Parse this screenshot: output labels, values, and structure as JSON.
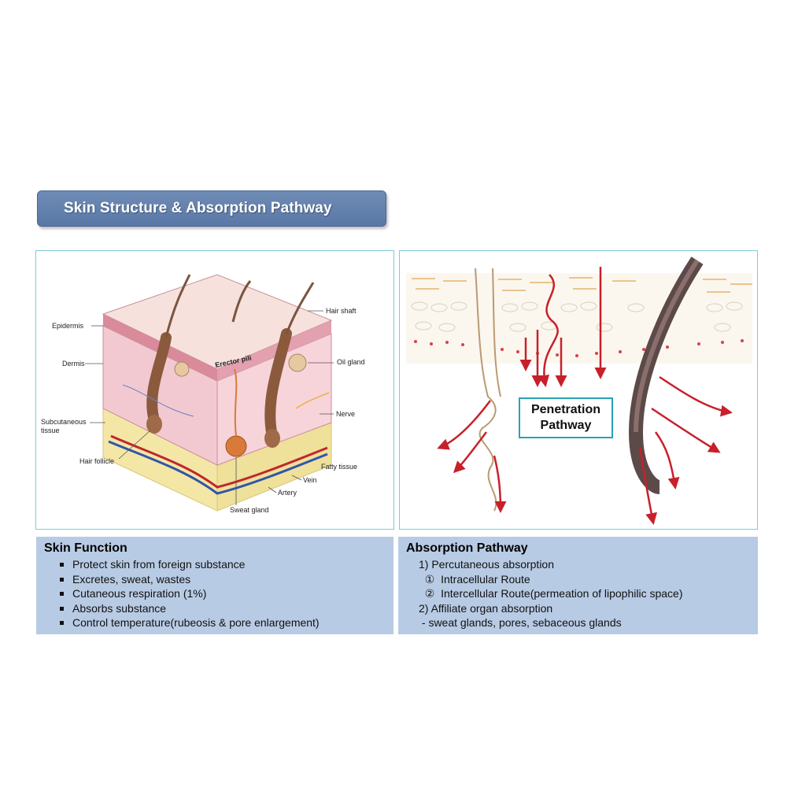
{
  "title": "Skin Structure & Absorption Pathway",
  "skin_diagram": {
    "labels": {
      "epidermis": "Epidermis",
      "dermis": "Dermis",
      "subcutaneous": "Subcutaneous",
      "tissue": "tissue",
      "hair_follicle": "Hair follicle",
      "hair_shaft": "Hair shaft",
      "oil_gland": "Oil gland",
      "nerve": "Nerve",
      "fatty_tissue": "Fatty tissue",
      "vein": "Vein",
      "artery": "Artery",
      "sweat_gland": "Sweat gland",
      "erector_pili": "Erector pili"
    }
  },
  "penetration": {
    "line1": "Penetration",
    "line2": "Pathway"
  },
  "skin_function": {
    "heading": "Skin Function",
    "items": [
      "Protect skin from foreign substance",
      "Excretes, sweat, wastes",
      "Cutaneous respiration (1%)",
      "Absorbs substance",
      "Control temperature(rubeosis &  pore enlargement)"
    ]
  },
  "absorption_pathway": {
    "heading": "Absorption Pathway",
    "lines": [
      "1) Percutaneous absorption",
      "  ①  Intracellular Route",
      "  ②  Intercellular Route(permeation of lipophilic space)",
      "2) Affiliate organ absorption",
      " - sweat glands, pores, sebaceous glands"
    ]
  },
  "colors": {
    "banner": "#5f7dab",
    "info_bg": "#b8cbe4",
    "panel_border": "#7fc9d6",
    "arrow": "#c8202a",
    "box_border": "#29a3b5"
  }
}
